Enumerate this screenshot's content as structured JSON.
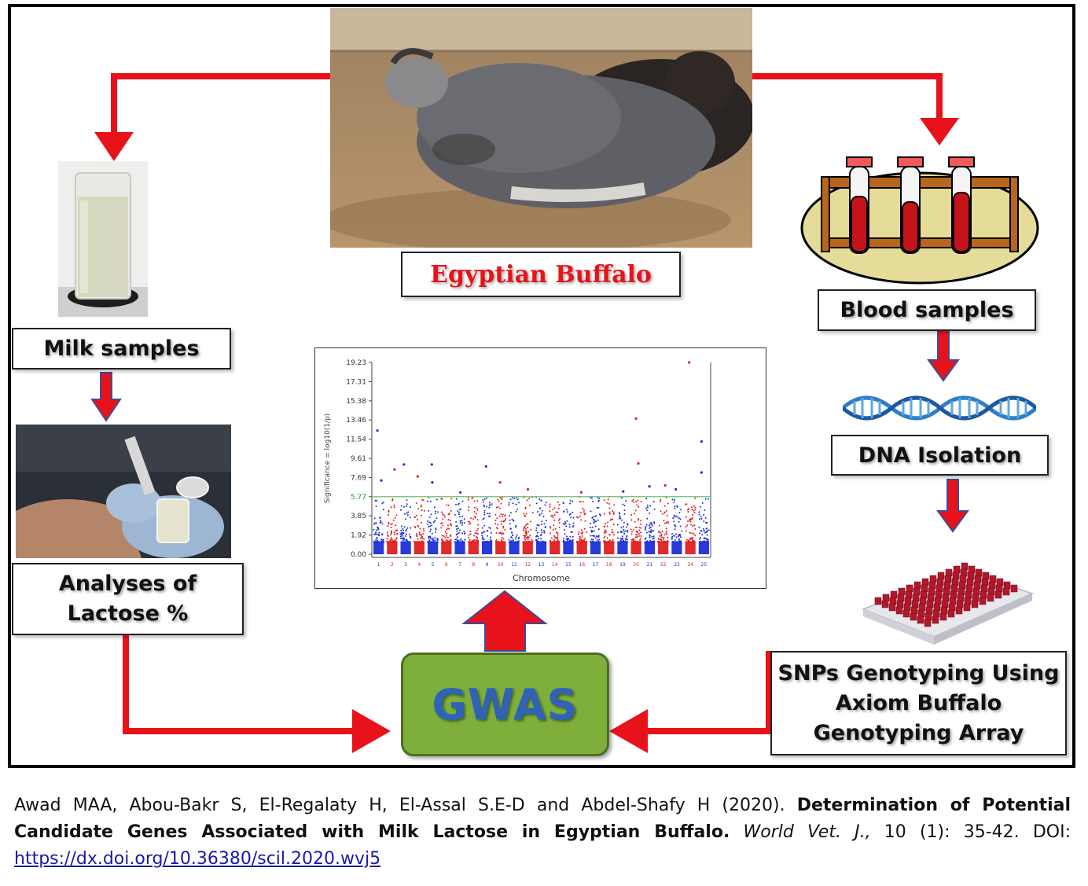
{
  "nodes": {
    "buffalo_label": "Egyptian Buffalo",
    "milk_label": "Milk samples",
    "lactose_label_line1": "Analyses of",
    "lactose_label_line2": "Lactose %",
    "blood_label": "Blood samples",
    "dna_label": "DNA Isolation",
    "snp_label_line1": "SNPs Genotyping Using",
    "snp_label_line2": "Axiom Buffalo",
    "snp_label_line3": "Genotyping Array",
    "gwas_label": "GWAS"
  },
  "chart_data": {
    "type": "scatter",
    "xlabel": "Chromosome",
    "ylabel": "Significance = log10(1/p)",
    "y_ticks": [
      "0.00",
      "1.92",
      "3.85",
      "5.77",
      "7.69",
      "9.61",
      "11.54",
      "13.46",
      "15.38",
      "17.31",
      "19.23"
    ],
    "ylim": [
      0,
      19.23
    ],
    "threshold": 5.77,
    "x_ticks": [
      "1",
      "2",
      "3",
      "4",
      "5",
      "6",
      "7",
      "8",
      "9",
      "10",
      "11",
      "12",
      "13",
      "14",
      "15",
      "16",
      "17",
      "18",
      "19",
      "20",
      "21",
      "22",
      "23",
      "24",
      "25"
    ],
    "series_colors": [
      "#1d2fd8",
      "#e21d1d"
    ],
    "threshold_color": "#6cbf6c",
    "peaks": [
      {
        "chromosome": 1,
        "value": 12.4
      },
      {
        "chromosome": 1,
        "value": 7.4
      },
      {
        "chromosome": 2,
        "value": 8.5
      },
      {
        "chromosome": 3,
        "value": 9.0
      },
      {
        "chromosome": 4,
        "value": 7.8
      },
      {
        "chromosome": 5,
        "value": 9.0
      },
      {
        "chromosome": 5,
        "value": 7.2
      },
      {
        "chromosome": 7,
        "value": 6.2
      },
      {
        "chromosome": 9,
        "value": 8.8
      },
      {
        "chromosome": 10,
        "value": 7.2
      },
      {
        "chromosome": 12,
        "value": 6.5
      },
      {
        "chromosome": 16,
        "value": 6.2
      },
      {
        "chromosome": 19,
        "value": 6.3
      },
      {
        "chromosome": 20,
        "value": 13.6
      },
      {
        "chromosome": 20,
        "value": 9.1
      },
      {
        "chromosome": 21,
        "value": 6.8
      },
      {
        "chromosome": 22,
        "value": 6.9
      },
      {
        "chromosome": 23,
        "value": 6.5
      },
      {
        "chromosome": 24,
        "value": 19.23
      },
      {
        "chromosome": 25,
        "value": 11.3
      },
      {
        "chromosome": 25,
        "value": 8.2
      }
    ]
  },
  "citation": {
    "authors": "Awad MAA, Abou-Bakr S, El-Regalaty H, El-Assal S.E-D and Abdel-Shafy H (2020).",
    "title": "Determination of Potential Candidate Genes Associated with Milk Lactose in Egyptian Buffalo.",
    "journal": "World Vet. J.,",
    "volume": "10 (1): 35-42. DOI:",
    "doi_url": "https://dx.doi.org/10.36380/scil.2020.wvj5"
  },
  "colors": {
    "arrow": "#e8121a",
    "arrow_down_fill": "#e8121a",
    "arrow_down_outline": "#3a4e9c",
    "gwas_fill": "#7faf3b",
    "gwas_text": "#2f63b6"
  }
}
